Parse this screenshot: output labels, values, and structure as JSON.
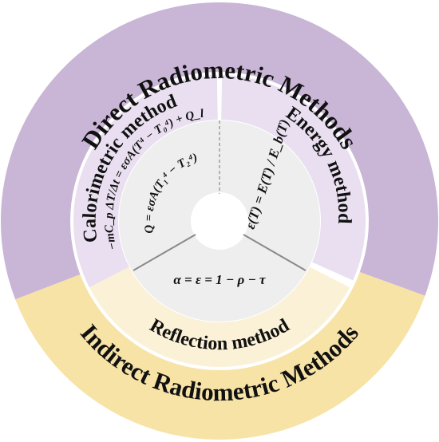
{
  "outer_ring": {
    "top": "Direct Radiometric Methods",
    "bottom": "Indirect Radiometric Methods"
  },
  "methods": {
    "calorimetric": "Calorimetric method",
    "energy": "Energy method",
    "reflection": "Reflection method"
  },
  "equations": {
    "calorimetric_1": "−mC_p ΔT/Δt = εσA(T⁴ − T₀⁴) + Q_l",
    "calorimetric_2": "Q = εσA(T₁⁴ − T₂⁴)",
    "energy": "ε(T) = E(T) / E_b(T)",
    "reflection": "α = ε = 1 − ρ − τ"
  },
  "colors": {
    "direct_outer": "#c9b5d6",
    "direct_mid": "#e9dff0",
    "indirect_outer": "#f7e3a6",
    "indirect_mid": "#fbf1d6",
    "center": "#eeeeee",
    "divider": "#8a8a8a"
  }
}
